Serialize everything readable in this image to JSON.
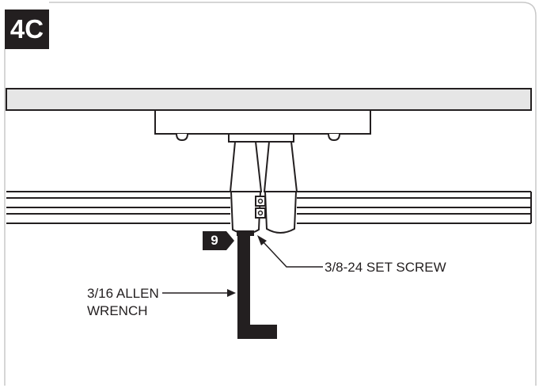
{
  "step": {
    "label": "4C"
  },
  "callout": {
    "number": "9"
  },
  "labels": {
    "set_screw": "3/8-24 SET SCREW",
    "allen_wrench_line1": "3/16 ALLEN",
    "allen_wrench_line2": "WRENCH"
  },
  "colors": {
    "ink": "#231f20",
    "frame_border": "#c8c8c8",
    "rail_fill": "#e6e6e6",
    "white": "#ffffff"
  }
}
